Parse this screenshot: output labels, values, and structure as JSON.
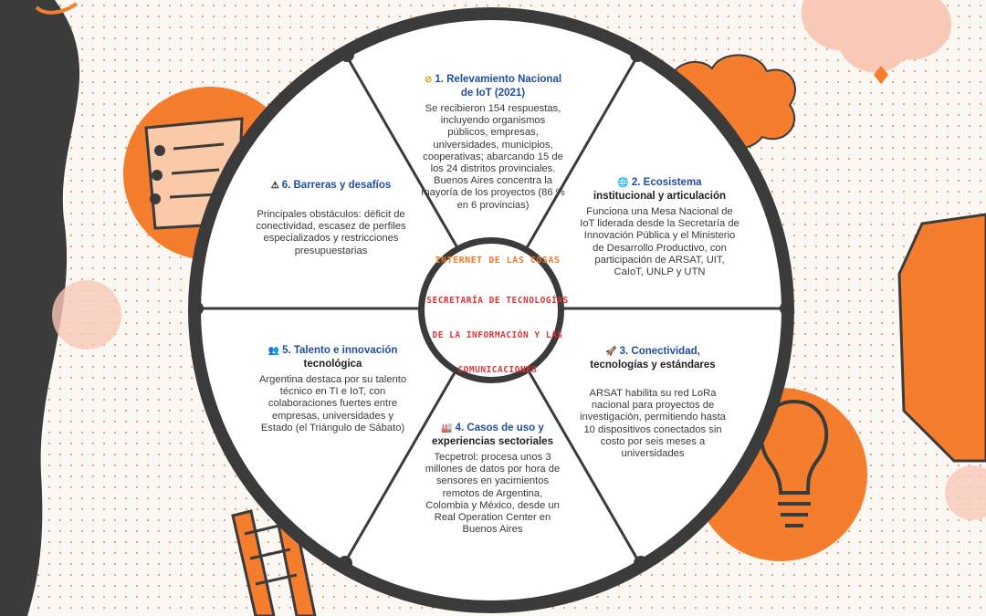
{
  "center": {
    "line1": "INTERNET DE LAS COSAS",
    "line2": "SECRETARÍA DE TECNOLOGÍAS",
    "line3": "DE LA INFORMACIÓN Y LAS",
    "line4": "COMUNICACIONES"
  },
  "segments": [
    {
      "icon": "compass-icon",
      "icon_glyph": "⊘",
      "title_a": "1. Relevamiento Nacional",
      "title_b": "de IoT (2021)",
      "body": "Se recibieron 154 respuestas, incluyendo organismos públicos, empresas, universidades, municipios, cooperativas; abarcando 15 de los 24 distritos provinciales. Buenos Aires concentra la mayoría de los proyectos (86 % en 6 provincias)"
    },
    {
      "icon": "globe-icon",
      "icon_glyph": "🌐",
      "title_a": "2. Ecosistema",
      "title_b": "institucional y articulación",
      "body": "Funciona una Mesa Nacional de IoT liderada desde la Secretaría de Innovación Pública y el Ministerio de Desarrollo Productivo, con participación de ARSAT, UIT, CaIoT, UNLP y UTN"
    },
    {
      "icon": "rocket-icon",
      "icon_glyph": "🚀",
      "title_a": "3. Conectividad,",
      "title_b": "tecnologías y estándares",
      "body": "ARSAT habilita su red LoRa nacional para proyectos de investigación, permitiendo hasta 10 dispositivos conectados sin costo por seis meses a universidades"
    },
    {
      "icon": "factory-icon",
      "icon_glyph": "🏭",
      "title_a": "4. Casos de uso y",
      "title_b": "experiencias sectoriales",
      "body": "Tecpetrol: procesa unos 3 millones de datos por hora de sensores en yacimientos remotos de Argentina, Colombia y México, desde un Real Operation Center en Buenos Aires"
    },
    {
      "icon": "people-icon",
      "icon_glyph": "👥",
      "title_a": "5. Talento e innovación",
      "title_b": "tecnológica",
      "body": "Argentina destaca por su talento técnico en TI e IoT, con colaboraciones fuertes entre empresas, universidades y Estado (el Triángulo de Sábato)"
    },
    {
      "icon": "warning-icon",
      "icon_glyph": "⚠",
      "title_a": "6. Barreras y desafíos",
      "title_b": "",
      "body": "Principales obstáculos: déficit de conectividad, escasez de perfiles especializados y restricciones presupuestarias"
    }
  ],
  "colors": {
    "accent": "#f47d2e",
    "dark": "#3b3b3b",
    "title_blue": "#1f4e9c"
  }
}
